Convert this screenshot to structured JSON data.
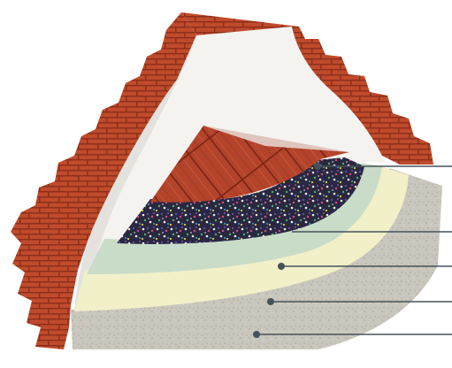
{
  "diagram": {
    "layers": [
      {
        "name": "wood-floor"
      },
      {
        "name": "rubber-granulate-mat"
      },
      {
        "name": "green-screed"
      },
      {
        "name": "cream-insulation"
      },
      {
        "name": "concrete-base"
      }
    ],
    "callouts": 5,
    "colors": {
      "brick": "#b8472a",
      "brick_mortar": "#8f2f1a",
      "plaster": "#f4f3f0",
      "wood": "#b0422a",
      "green_layer": "#c9dcc8",
      "cream_layer": "#f1f0c8",
      "concrete": "#c9c7bd",
      "leader": "#45525a"
    }
  }
}
